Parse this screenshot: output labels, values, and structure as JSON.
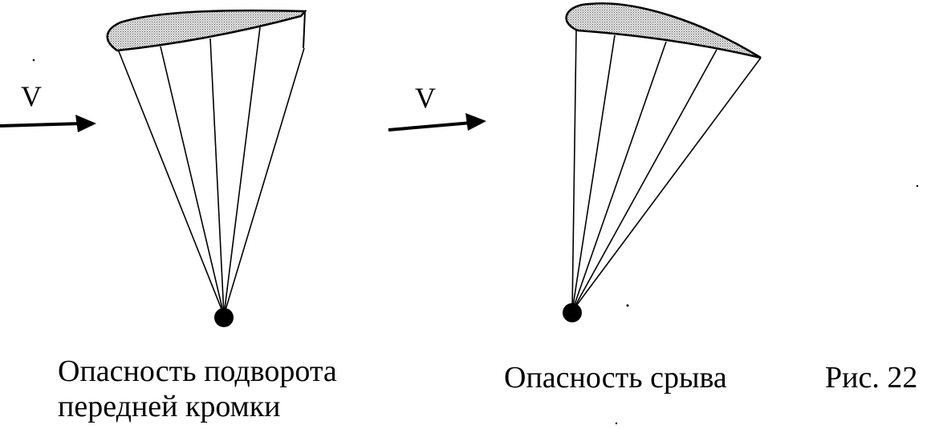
{
  "diagram": {
    "left": {
      "velocity_label": "V",
      "caption_line1": "Опасность подворота",
      "caption_line2": "передней кромки"
    },
    "right": {
      "velocity_label": "V",
      "caption_line1": "Опасность срыва"
    },
    "figure_label": "Рис. 22"
  },
  "colors": {
    "ink": "#000000",
    "canopy_fill": "#d6d6d6",
    "background": "#ffffff"
  }
}
